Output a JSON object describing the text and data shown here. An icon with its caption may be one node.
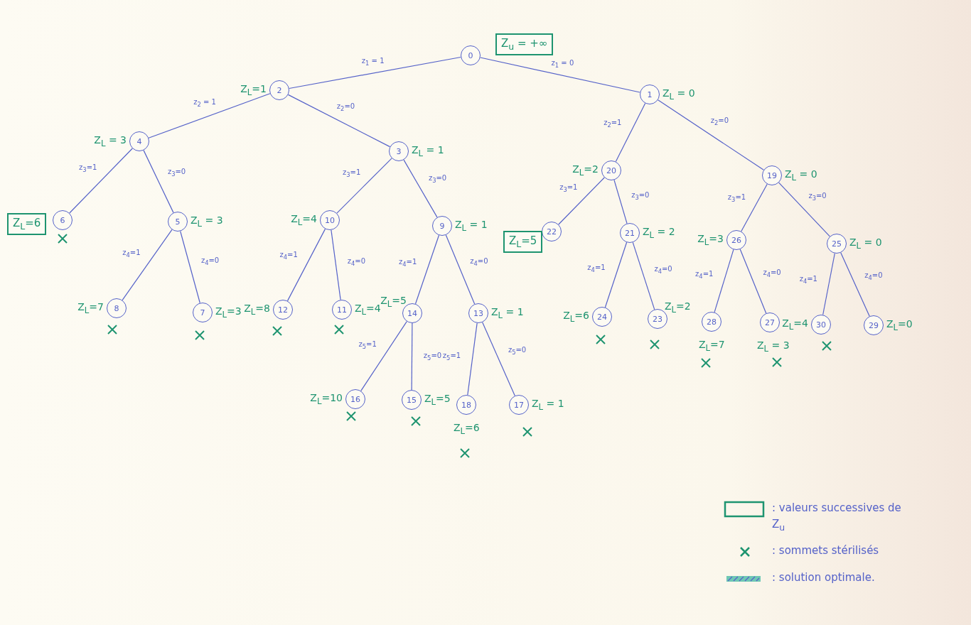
{
  "diagram": {
    "nodes": [
      {
        "text": [
          "0"
        ]
      },
      {
        "text": [
          "1"
        ],
        "beside": [
          "Z$_{L}$ = 0"
        ]
      },
      {
        "text": [
          "2"
        ],
        "beside": [
          "Z$_{L}$=1"
        ]
      },
      {
        "text": [
          "3"
        ],
        "beside": [
          "Z$_{L}$ = 1"
        ]
      },
      {
        "text": [
          "4"
        ],
        "beside": [
          "Z$_{L}$ = 3"
        ]
      },
      {
        "text": [
          "5"
        ],
        "beside": [
          "Z$_{L}$ = 3"
        ]
      },
      {
        "text": [
          "6"
        ]
      },
      {
        "text": [
          "7"
        ],
        "beside": [
          "Z$_{L}$=3"
        ]
      },
      {
        "text": [
          "8"
        ],
        "beside": [
          "Z$_{L}$=7"
        ]
      },
      {
        "text": [
          "9"
        ],
        "beside": [
          "Z$_{L}$ = 1"
        ]
      },
      {
        "text": [
          "10"
        ],
        "beside": [
          "Z$_{L}$=4"
        ]
      },
      {
        "text": [
          "11"
        ],
        "beside": [
          "Z$_{L}$=4"
        ]
      },
      {
        "text": [
          "12"
        ],
        "beside": [
          "Z$_{L}$=8"
        ]
      },
      {
        "text": [
          "13"
        ],
        "beside": [
          "Z$_{L}$ = 1"
        ]
      },
      {
        "text": [
          "14"
        ],
        "beside": [
          "Z$_{L}$=5"
        ]
      },
      {
        "text": [
          "15"
        ],
        "beside": [
          "Z$_{L}$=5"
        ]
      },
      {
        "text": [
          "16"
        ],
        "beside": [
          "Z$_{L}$=10"
        ]
      },
      {
        "text": [
          "17"
        ],
        "beside": [
          "Z$_{L}$ = 1"
        ]
      },
      {
        "text": [
          "18"
        ],
        "beside": [
          "Z$_{L}$=6"
        ]
      },
      {
        "text": [
          "19"
        ],
        "beside": [
          "Z$_{L}$ = 0"
        ]
      },
      {
        "text": [
          "20"
        ],
        "beside": [
          "Z$_{L}$=2"
        ]
      },
      {
        "text": [
          "21"
        ],
        "beside": [
          "Z$_{L}$ = 2"
        ]
      },
      {
        "text": [
          "22"
        ]
      },
      {
        "text": [
          "23"
        ],
        "beside": [
          "Z$_{L}$=2"
        ]
      },
      {
        "text": [
          "24"
        ],
        "beside": [
          "Z$_{L}$=6"
        ]
      },
      {
        "text": [
          "25"
        ],
        "beside": [
          "Z$_{L}$ = 0"
        ]
      },
      {
        "text": [
          "26"
        ],
        "beside": [
          "Z$_{L}$=3"
        ]
      },
      {
        "text": [
          "27"
        ],
        "beside": [
          "Z$_{L}$ = 3"
        ]
      },
      {
        "text": [
          "28"
        ],
        "beside": [
          "Z$_{L}$=7"
        ]
      },
      {
        "text": [
          "29"
        ],
        "beside": [
          "Z$_{L}$=0"
        ]
      },
      {
        "text": [
          "30"
        ],
        "beside": [
          "Z$_{L}$=4"
        ]
      },
      {
        "text": [
          "Z$_{u}$ = +∞"
        ]
      },
      {
        "text": [
          "Z$_{L}$=6"
        ]
      },
      {
        "text": [
          "Z$_{L}$=5"
        ]
      }
    ],
    "edges": [
      {
        "from": 0,
        "to": 2,
        "arrow": "none",
        "label": "z$_{1}$ = 1"
      },
      {
        "from": 0,
        "to": 1,
        "arrow": "none",
        "label": "z$_{1}$ = 0"
      },
      {
        "from": 2,
        "to": 4,
        "arrow": "none",
        "label": "z$_{2}$ = 1"
      },
      {
        "from": 2,
        "to": 3,
        "arrow": "none",
        "label": "z$_{2}$=0"
      },
      {
        "from": 4,
        "to": 6,
        "arrow": "none",
        "label": "z$_{3}$=1"
      },
      {
        "from": 4,
        "to": 5,
        "arrow": "none",
        "label": "z$_{3}$=0"
      },
      {
        "from": 5,
        "to": 8,
        "arrow": "none",
        "label": "z$_{4}$=1"
      },
      {
        "from": 5,
        "to": 7,
        "arrow": "none",
        "label": "z$_{4}$=0"
      },
      {
        "from": 3,
        "to": 10,
        "arrow": "none",
        "label": "z$_{3}$=1"
      },
      {
        "from": 3,
        "to": 9,
        "arrow": "none",
        "label": "z$_{3}$=0"
      },
      {
        "from": 10,
        "to": 12,
        "arrow": "none",
        "label": "z$_{4}$=1"
      },
      {
        "from": 10,
        "to": 11,
        "arrow": "none",
        "label": "z$_{4}$=0"
      },
      {
        "from": 9,
        "to": 14,
        "arrow": "none",
        "label": "z$_{4}$=1"
      },
      {
        "from": 9,
        "to": 13,
        "arrow": "none",
        "label": "z$_{4}$=0"
      },
      {
        "from": 14,
        "to": 16,
        "arrow": "none",
        "label": "z$_{5}$=1"
      },
      {
        "from": 14,
        "to": 15,
        "arrow": "none",
        "label": "z$_{5}$=0"
      },
      {
        "from": 13,
        "to": 18,
        "arrow": "none",
        "label": "z$_{5}$=1"
      },
      {
        "from": 13,
        "to": 17,
        "arrow": "none",
        "label": "z$_{5}$=0"
      },
      {
        "from": 1,
        "to": 20,
        "arrow": "none",
        "label": "z$_{2}$=1"
      },
      {
        "from": 1,
        "to": 19,
        "arrow": "none",
        "label": "z$_{2}$=0"
      },
      {
        "from": 20,
        "to": 22,
        "arrow": "none",
        "label": "z$_{3}$=1"
      },
      {
        "from": 20,
        "to": 21,
        "arrow": "none",
        "label": "z$_{3}$=0"
      },
      {
        "from": 21,
        "to": 24,
        "arrow": "none",
        "label": "z$_{4}$=1"
      },
      {
        "from": 21,
        "to": 23,
        "arrow": "none",
        "label": "z$_{4}$=0"
      },
      {
        "from": 19,
        "to": 26,
        "arrow": "none",
        "label": "z$_{3}$=1"
      },
      {
        "from": 19,
        "to": 25,
        "arrow": "none",
        "label": "z$_{3}$=0"
      },
      {
        "from": 26,
        "to": 28,
        "arrow": "none",
        "label": "z$_{4}$=1"
      },
      {
        "from": 26,
        "to": 27,
        "arrow": "none",
        "label": "z$_{4}$=0"
      },
      {
        "from": 25,
        "to": 30,
        "arrow": "none",
        "label": "z$_{4}$=1"
      },
      {
        "from": 25,
        "to": 29,
        "arrow": "none",
        "label": "z$_{4}$=0"
      }
    ],
    "legend": [
      {
        "text": ": valeurs successives de Z$_{u}$"
      },
      {
        "text": ": sommets stérilisés"
      },
      {
        "text": ": solution optimale."
      }
    ]
  }
}
